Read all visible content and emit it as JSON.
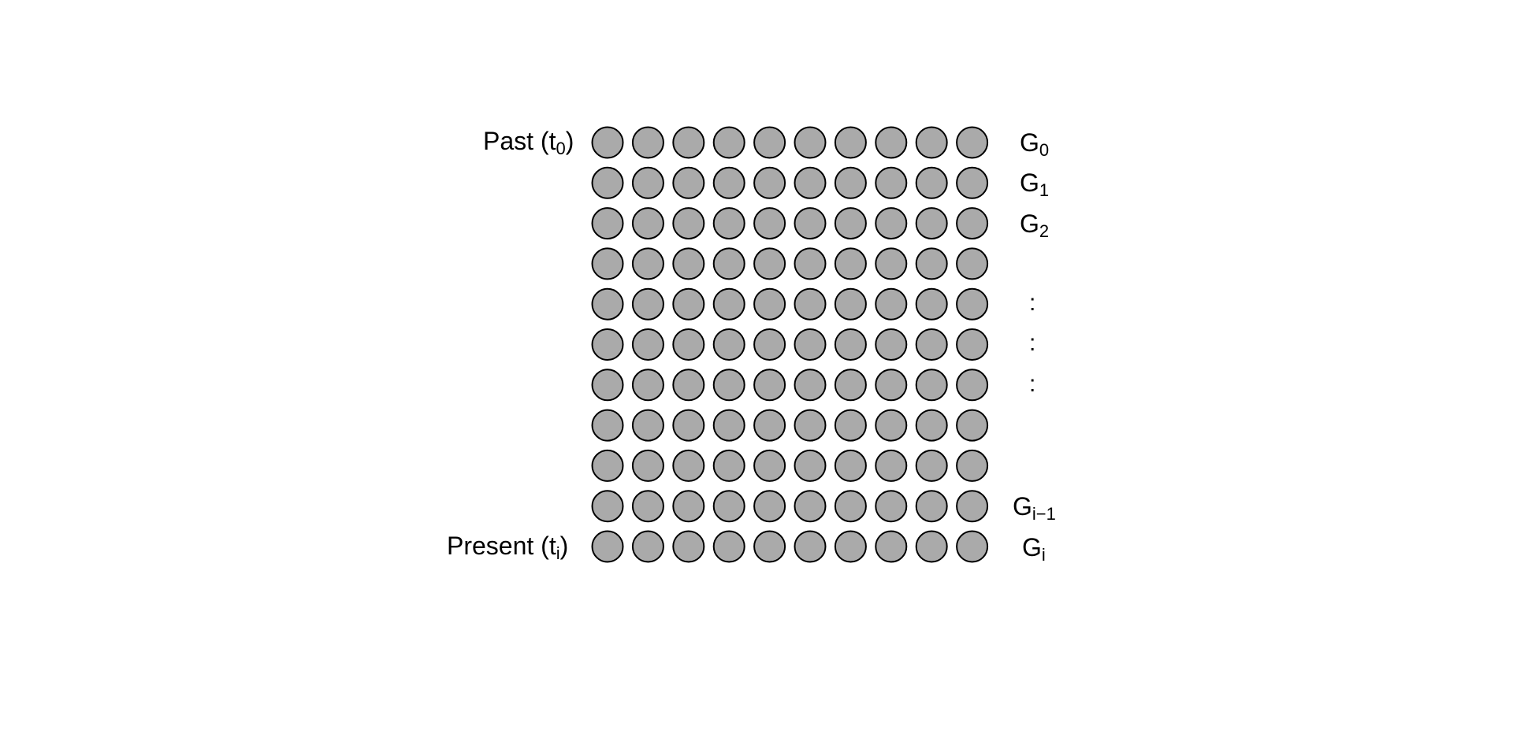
{
  "labels": {
    "past_main": "Past (t",
    "past_sub": "0",
    "past_close": ")",
    "present_main": "Present (t",
    "present_sub": "i",
    "present_close": ")"
  },
  "generations": [
    {
      "main": "G",
      "sub": "0"
    },
    {
      "main": "G",
      "sub": "1"
    },
    {
      "main": "G",
      "sub": "2"
    },
    {
      "main": "",
      "sub": ""
    },
    {
      "main": ":",
      "sub": ""
    },
    {
      "main": ":",
      "sub": ""
    },
    {
      "main": ":",
      "sub": ""
    },
    {
      "main": "",
      "sub": ""
    },
    {
      "main": "",
      "sub": ""
    },
    {
      "main": "G",
      "sub": "i−1"
    },
    {
      "main": "G",
      "sub": "i"
    }
  ],
  "grid": {
    "rows": 11,
    "columns": 10
  },
  "colors": {
    "node_fill": "#aaaaaa",
    "node_stroke": "#000000"
  }
}
